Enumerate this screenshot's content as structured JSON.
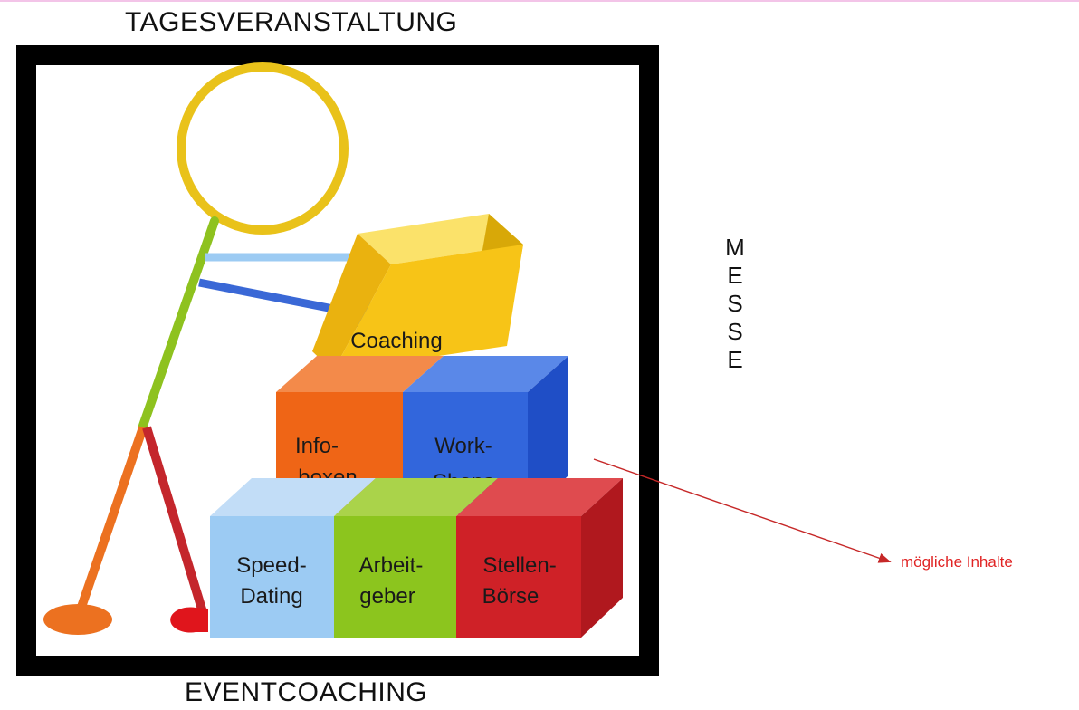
{
  "titles": {
    "top": "TAGESVERANSTALTUNG",
    "bottom": "EVENTCOACHING",
    "side": [
      "M",
      "E",
      "S",
      "S",
      "E"
    ]
  },
  "blocks": {
    "coaching": "Coaching",
    "infoboxen": [
      "Info-",
      "boxen"
    ],
    "workshops": [
      "Work-",
      "Shops"
    ],
    "speeddating": [
      "Speed-",
      "Dating"
    ],
    "arbeitgeber": [
      "Arbeit-",
      "geber"
    ],
    "stellenboerse": [
      "Stellen-",
      "Börse"
    ]
  },
  "annotation": "mögliche Inhalte",
  "colors": {
    "head": "#e9c21a",
    "torso": "#8ec21f",
    "arm_upper": "#9ccbf3",
    "arm_lower": "#3a68d6",
    "leg_left": "#ec7120",
    "leg_right": "#c4262c",
    "coaching": "#f7c417",
    "infoboxen": "#ef6516",
    "workshops": "#3266dc",
    "speeddating": "#9ccbf3",
    "arbeitgeber": "#8cc51e",
    "stellenboerse": "#cf2127",
    "annotation": "#e02424"
  }
}
